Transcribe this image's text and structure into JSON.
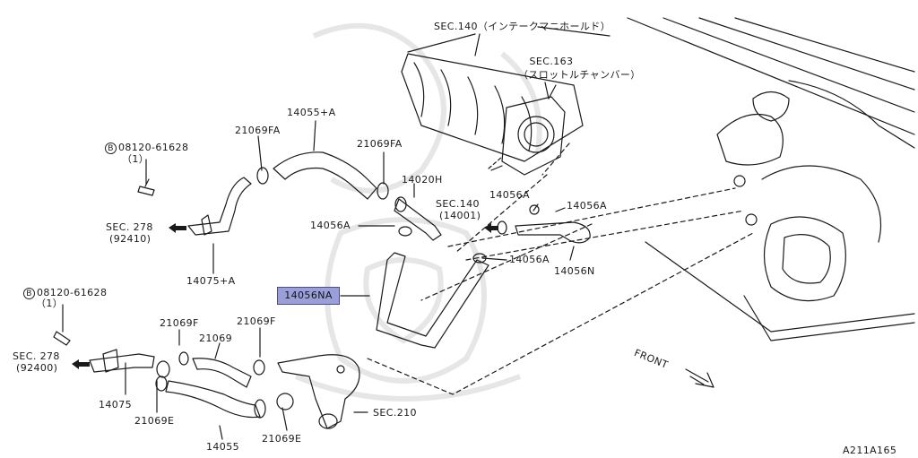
{
  "labels": {
    "sec140_manifold": "SEC.140（インテークマニホールド）",
    "sec163": "SEC.163",
    "sec163_sub": "（スロットルチャンバー）",
    "p14055a": "14055+A",
    "p21069fa_left": "21069FA",
    "p21069fa_right": "21069FA",
    "bolt_top_letter": "B",
    "bolt_top_code": "08120-61628",
    "bolt_top_qty": "（1）",
    "p14020h": "14020H",
    "p14056a_top": "14056A",
    "p14056a_right_top": "14056A",
    "sec140_14001": "SEC.140",
    "sec140_14001_sub": "(14001)",
    "p14056a_left": "14056A",
    "sec278_top": "SEC. 278",
    "sec278_top_sub": "(92410)",
    "p14056a_mid": "14056A",
    "p14056n": "14056N",
    "p14075a": "14075+A",
    "p14056na": "14056NA",
    "bolt_bottom_letter": "B",
    "bolt_bottom_code": "08120-61628",
    "bolt_bottom_qty": "（1）",
    "p21069f_left": "21069F",
    "p21069f_right": "21069F",
    "p21069": "21069",
    "sec278_bottom": "SEC. 278",
    "sec278_bottom_sub": "(92400)",
    "front": "FRONT",
    "p14075": "14075",
    "p21069e_left": "21069E",
    "sec210": "SEC.210",
    "p14055": "14055",
    "p21069e_right": "21069E",
    "figure_code": "A211A165"
  },
  "colors": {
    "line": "#1a1a1a",
    "highlight_fill": "#9a9fd9",
    "highlight_border": "#4b4f86",
    "watermark": "#e6e6e6"
  }
}
